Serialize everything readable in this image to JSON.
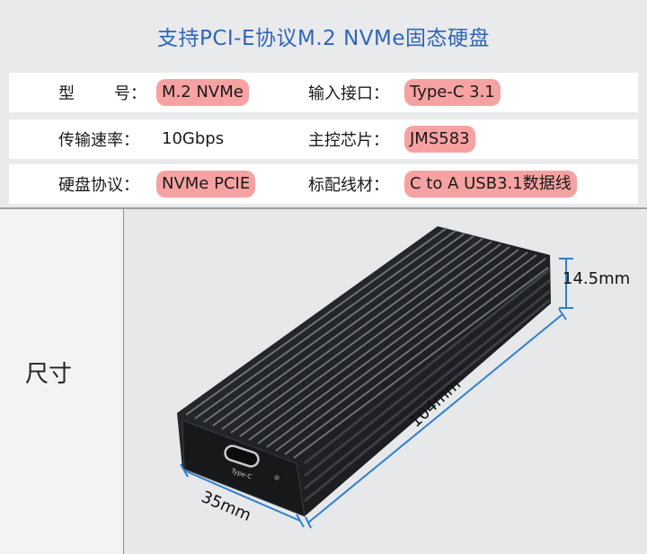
{
  "title": "支持PCI-E协议M.2 NVMe固态硬盘",
  "specs": {
    "row1": {
      "label_left_a": "型",
      "label_left_b": "号：",
      "value_left": "M.2 NVMe",
      "label_right": "输入接口：",
      "value_right": "Type-C 3.1"
    },
    "row2": {
      "label_left": "传输速率：",
      "value_left": "10Gbps",
      "label_right": "主控芯片：",
      "value_right": "JMS583"
    },
    "row3": {
      "label_left": "硬盘协议：",
      "value_left": "NVMe PCIE",
      "label_right": "标配线材：",
      "value_right": "C to A USB3.1数据线"
    }
  },
  "dimensions": {
    "section_label": "尺寸",
    "height": "14.5mm",
    "length": "104mm",
    "width": "35mm",
    "port_label": "Type-C"
  },
  "colors": {
    "title": "#2f66b7",
    "highlight": "#f7a2a2",
    "dimension_line": "#2f7fd0"
  }
}
